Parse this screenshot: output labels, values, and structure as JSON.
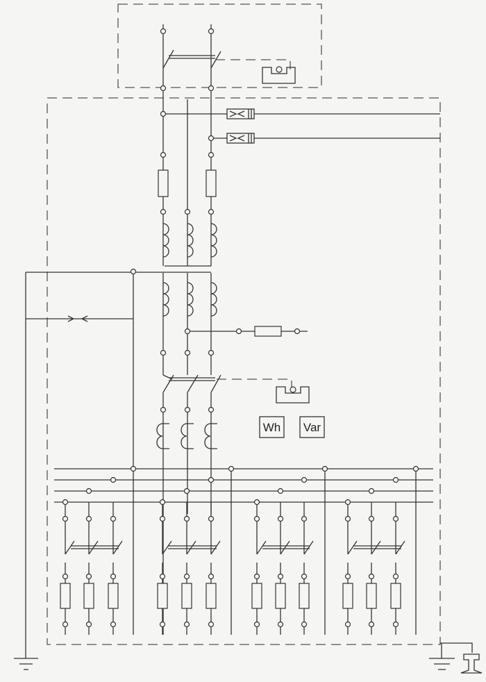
{
  "diagram": {
    "type": "electrical single-line schematic",
    "meters": [
      {
        "label": "Wh"
      },
      {
        "label": "Var"
      }
    ],
    "line_color": "#333333",
    "background": "#f5f5f3"
  }
}
